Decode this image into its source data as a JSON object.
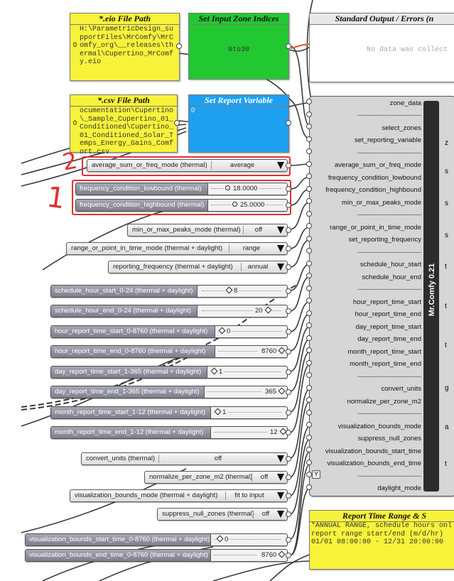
{
  "panels": {
    "eio": {
      "title": "*.eio File Path",
      "pin": "0",
      "text": "H:\\ParametricDesign_su pportFiles\\MrComfy\\MrC omfy_org\\__releases\\th ermal\\Cupertino_MrComf y.eio"
    },
    "csv": {
      "title": "*.csv File Path",
      "pin": "0",
      "text": "ocumentation\\Cupertino \\_Sample_Cupertino_01_ Conditioned\\Cupertino_ 01_Conditioned_Solar_T emps_Energy_Gains_Comf ort.csv"
    },
    "zone": {
      "title": "Set Input Zone Indices",
      "text": "0to30"
    },
    "report": {
      "title": "Set Report Variable",
      "pin": "0"
    },
    "output": {
      "title": "Standard Output / Errors (n",
      "text": "No data was collect"
    },
    "range": {
      "title": "Report Time Range & S",
      "lines": [
        "*ANNUAL RANGE, schedule hours onl",
        "report range start/end (m/d/hr)",
        "01/01  08:00:00 - 12/31  20:00:00"
      ]
    }
  },
  "annotations": {
    "two": "2",
    "one": "1"
  },
  "dropdowns": {
    "avg": {
      "label": "average_sum_or_freq_mode (thermal)",
      "value": "average"
    },
    "minmax": {
      "label": "min_or_max_peaks_mode (thermal)",
      "value": "off"
    },
    "rangept": {
      "label": "range_or_point_in_time_mode (thermal + daylight)",
      "value": "range"
    },
    "repfreq": {
      "label": "reporting_frequency (thermal + daylight)",
      "value": "annual"
    },
    "convert": {
      "label": "convert_units (thermal)",
      "value": "off"
    },
    "normalize": {
      "label": "normalize_per_zone_m2 (thermal)",
      "value": "off"
    },
    "visbounds": {
      "label": "visualization_bounds_mode (thermal + daylight)",
      "value": "fit to input"
    },
    "suppress": {
      "label": "suppress_null_zones (thermal)",
      "value": "off"
    }
  },
  "sliders": {
    "lowbound": {
      "label": "frequency_condition_lowbound (thermal)",
      "value": "18.0000"
    },
    "highbound": {
      "label": "frequency_condition_highbound (thermal)",
      "value": "25.0000"
    },
    "schedstart": {
      "label": "schedule_hour_start_0-24 (thermal + daylight)",
      "value": "8"
    },
    "schedend": {
      "label": "schedule_hour_end_0-24 (thermal + daylight)",
      "value": "20"
    },
    "hourstart": {
      "label": "hour_report_time_start_0-8760 (thermal + daylight)",
      "value": "0"
    },
    "hourend": {
      "label": "hour_report_time_end_0-8760 (thermal + daylight)",
      "value": "8760"
    },
    "daystart": {
      "label": "day_report_time_start_1-365 (thermal + daylight)",
      "value": "1"
    },
    "dayend": {
      "label": "day_report_time_end_1-365 (thermal + daylight)",
      "value": "365"
    },
    "monthstart": {
      "label": "month_report_time_start_1-12 (thermal + daylight)",
      "value": "1"
    },
    "monthend": {
      "label": "month_report_time_end_1-12 (thermal + daylight)",
      "value": "12"
    },
    "visstart": {
      "label": "visualization_bounds_start_time_0-8760 (thermal + daylight)",
      "value": "0"
    },
    "visend": {
      "label": "visualization_bounds_end_time_0-8760 (thermal + daylight)",
      "value": "8760"
    }
  },
  "component": {
    "title": "Mr.Comfy 0.21",
    "dash": "------------------------------",
    "inputs": [
      "zone_data",
      "select_zones",
      "set_reporting_variable",
      "average_sum_or_freq_mode",
      "frequency_condition_lowbound",
      "frequency_condition_highbound",
      "min_or_max_peaks_mode",
      "range_or_point_in_time_mode",
      "set_reporting_frequency",
      "schedule_hour_start",
      "schedule_hour_end",
      "hour_report_time_start",
      "hour_report_time_end",
      "day_report_time_start",
      "day_report_time_end",
      "month_report_time_start",
      "month_report_time_end",
      "convert_units",
      "normalize_per_zone_m2",
      "visualization_bounds_mode",
      "suppress_null_zones",
      "visualization_bounds_start_time",
      "visualization_bounds_end_time",
      "daylight_mode"
    ],
    "output_letters": [
      "z",
      "s",
      "s",
      "s",
      "t",
      "t",
      "t",
      "g",
      "a",
      "t"
    ],
    "y_icon": "Y"
  },
  "colors": {
    "yellow_panel": "#f7f23a",
    "green_panel": "#22c832",
    "blue_panel": "#1ea0f0",
    "annotation": "#e23030",
    "component_bar": "#2c2c2c"
  }
}
